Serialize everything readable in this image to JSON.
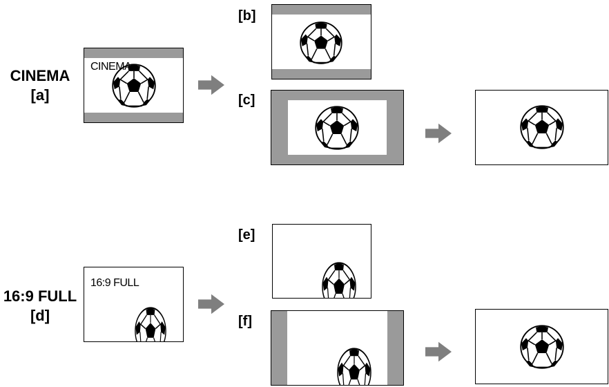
{
  "modes": [
    {
      "label_line1": "CINEMA",
      "label_line2": "[a]",
      "screen_text": "CINEMA"
    },
    {
      "label_line1": "16:9 FULL",
      "label_line2": "[d]",
      "screen_text": "16:9 FULL"
    }
  ],
  "tags": {
    "b": "[b]",
    "c": "[c]",
    "e": "[e]",
    "f": "[f]"
  },
  "colors": {
    "bar": "#9a9a9a",
    "frame": "#000000",
    "background": "#ffffff"
  },
  "icons": [
    "soccer-ball-icon",
    "right-arrow-icon"
  ]
}
